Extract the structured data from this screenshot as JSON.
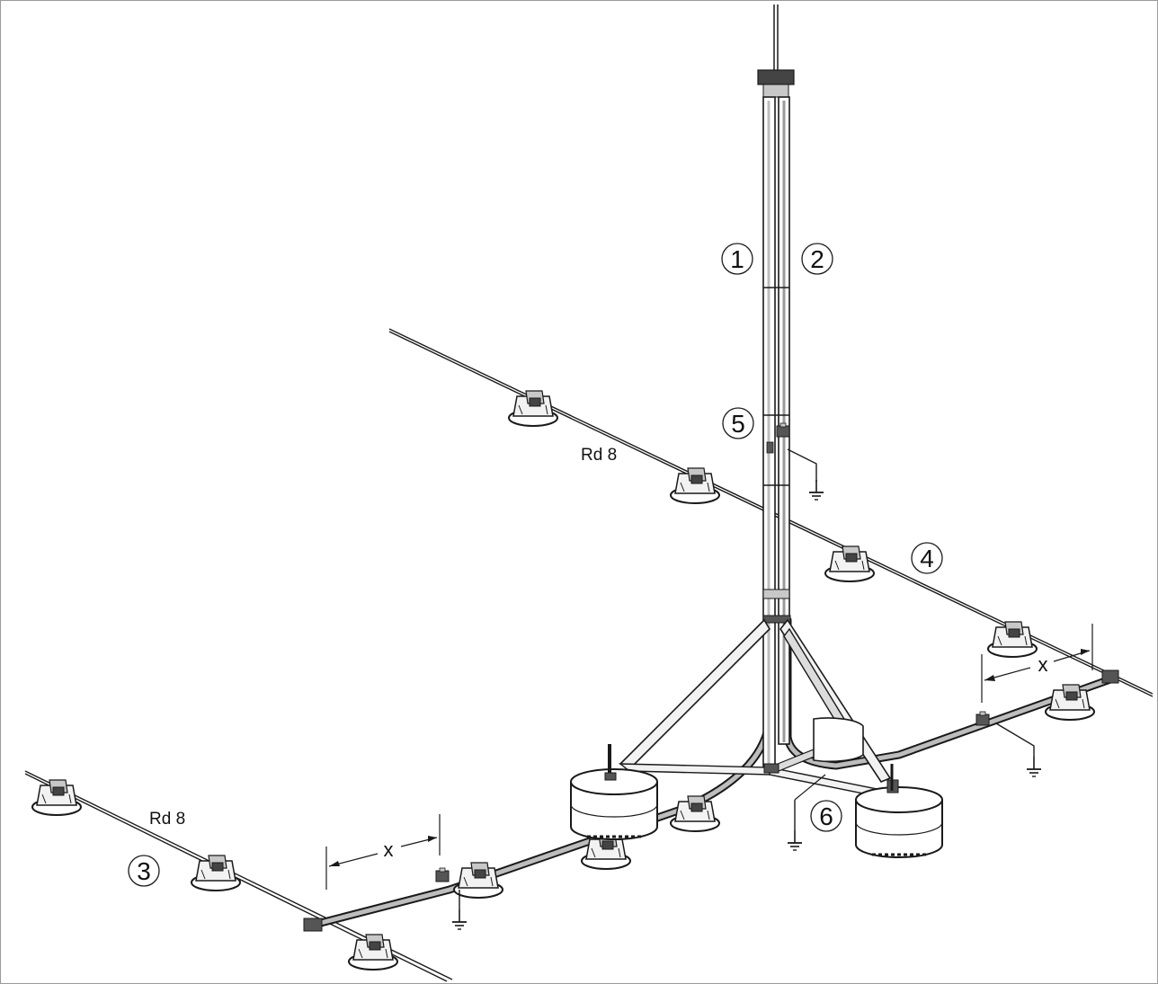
{
  "diagram": {
    "callouts": [
      {
        "id": "c1",
        "label": "1"
      },
      {
        "id": "c2",
        "label": "2"
      },
      {
        "id": "c3",
        "label": "3"
      },
      {
        "id": "c4",
        "label": "4"
      },
      {
        "id": "c5",
        "label": "5"
      },
      {
        "id": "c6",
        "label": "6"
      }
    ],
    "conductor_labels": [
      "Rd 8",
      "Rd 8"
    ],
    "dimension_labels": [
      "x",
      "x"
    ],
    "colors": {
      "line": "#1a1a1a",
      "fill_light": "#f2f2f2",
      "fill_mid": "#c8c8c8",
      "fill_dark": "#555555"
    },
    "icons": [
      "earth-ground-icon",
      "roof-conductor-holder-icon",
      "concrete-base-weight-icon",
      "air-termination-mast-icon"
    ]
  }
}
